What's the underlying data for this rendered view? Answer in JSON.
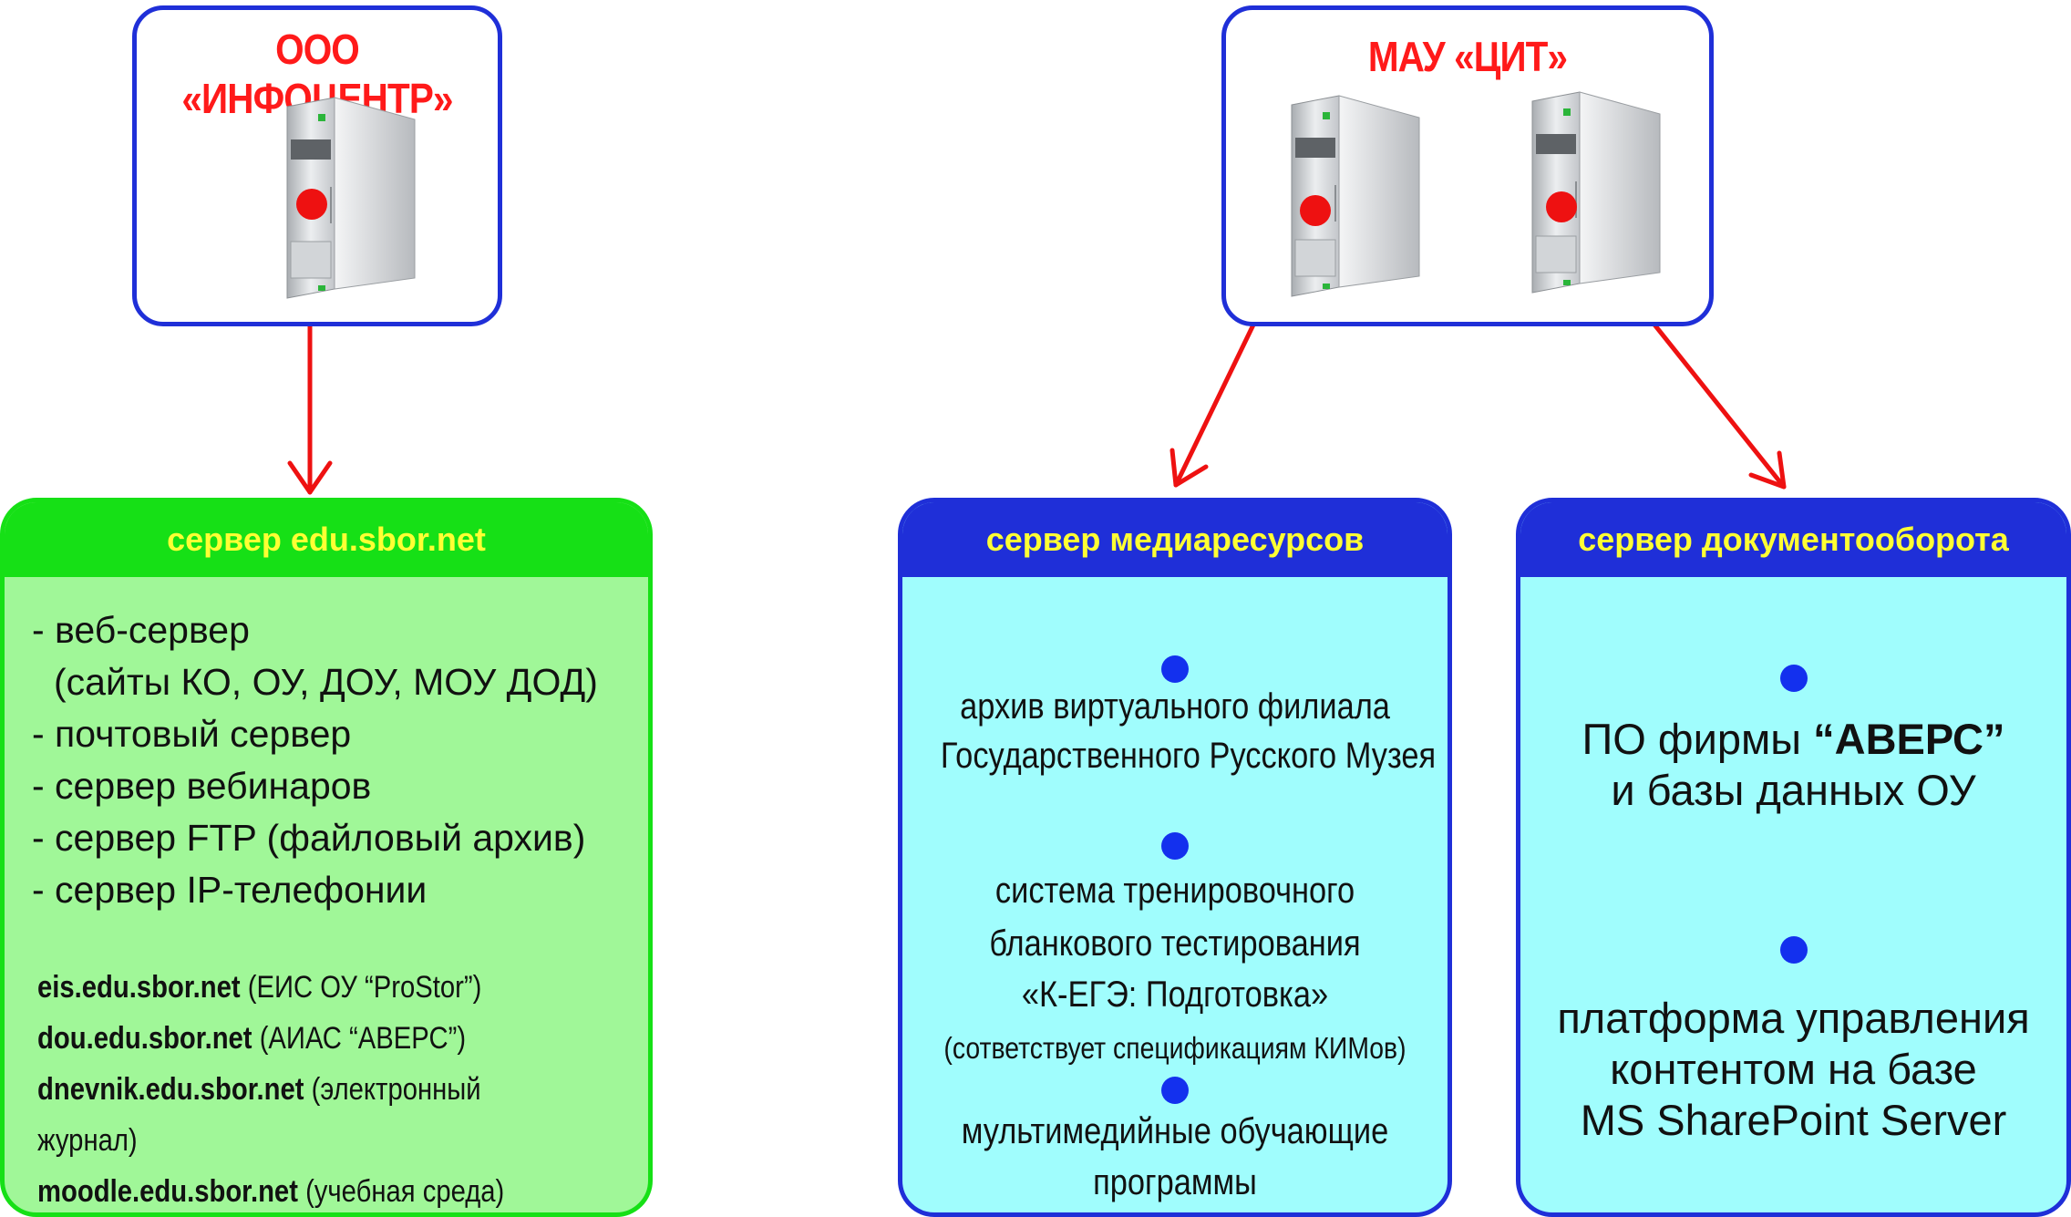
{
  "organizations": {
    "infocenter": {
      "title": "ООО «ИНФОЦЕНТР»"
    },
    "cit": {
      "title": "МАУ «ЦИТ»"
    }
  },
  "servers": {
    "edu": {
      "header": "сервер edu.sbor.net",
      "items": [
        "- веб-сервер",
        "(сайты КО, ОУ, ДОУ, МОУ ДОД)",
        "- почтовый сервер",
        "- сервер вебинаров",
        "- сервер FTP (файловый архив)",
        "- сервер IP-телефонии"
      ],
      "links": [
        {
          "host": "eis.edu.sbor.net",
          "desc": "(ЕИС ОУ “ProStor”)"
        },
        {
          "host": "dou.edu.sbor.net",
          "desc": "(АИАС “АВЕРС”)"
        },
        {
          "host": "dnevnik.edu.sbor.net",
          "desc": "(электронный журнал)"
        },
        {
          "host": "moodle.edu.sbor.net",
          "desc": "(учебная среда)"
        }
      ]
    },
    "media": {
      "header": "сервер медиаресурсов",
      "items": [
        {
          "lines": [
            "архив виртуального филиала",
            "Государственного Русского Музея"
          ]
        },
        {
          "lines": [
            "система тренировочного",
            "бланкового тестирования",
            "«К-ЕГЭ: Подготовка»"
          ],
          "note": "(сответствует спецификациям КИМов)"
        },
        {
          "lines": [
            "мультимедийные обучающие",
            "программы"
          ]
        }
      ]
    },
    "docs": {
      "header": "сервер документооборота",
      "item1": {
        "line1_prefix": "ПО фирмы ",
        "line1_bold": "“АВЕРС”",
        "line2": "и базы данных ОУ"
      },
      "item2": {
        "lines": [
          "платформа управления",
          "контентом на базе",
          "MS SharePoint Server"
        ]
      }
    }
  },
  "colors": {
    "org_border": "#1f2fd8",
    "org_title": "#ff1a1a",
    "arrow": "#ee1111",
    "green_header": "#16e016",
    "green_body": "#a0f798",
    "blue_header": "#1f2fd8",
    "blue_body": "#a0fdfd",
    "header_text": "#ffff33",
    "bullet": "#1330ee"
  },
  "icons": [
    "server-tower-icon",
    "connection-dot-icon",
    "arrow-icon",
    "bullet-icon"
  ]
}
